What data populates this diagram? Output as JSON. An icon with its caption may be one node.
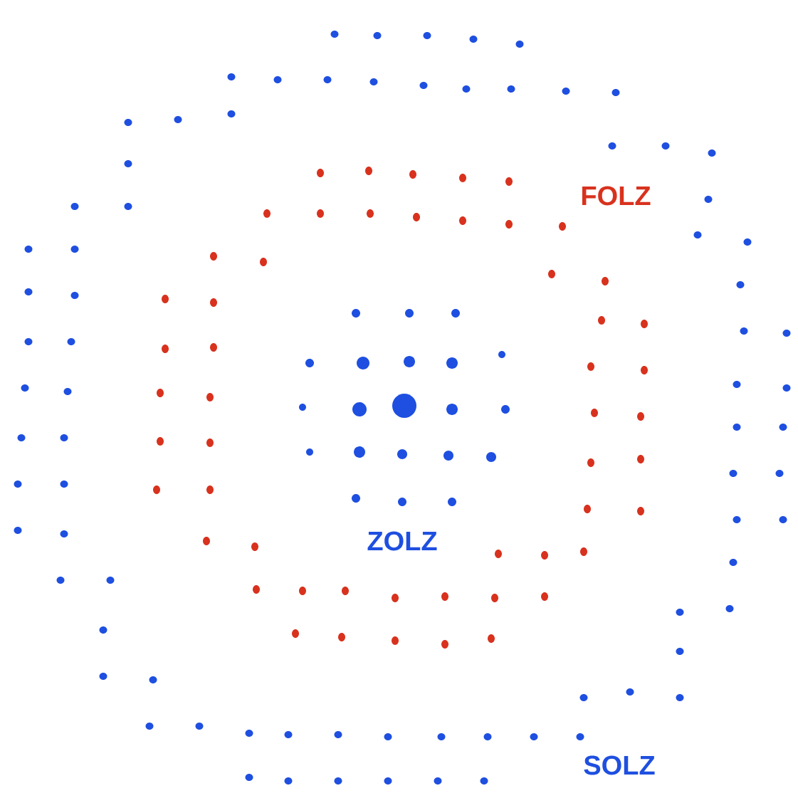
{
  "diagram": {
    "labels": [
      "FOLZ",
      "ZOLZ",
      "SOLZ"
    ]
  }
}
